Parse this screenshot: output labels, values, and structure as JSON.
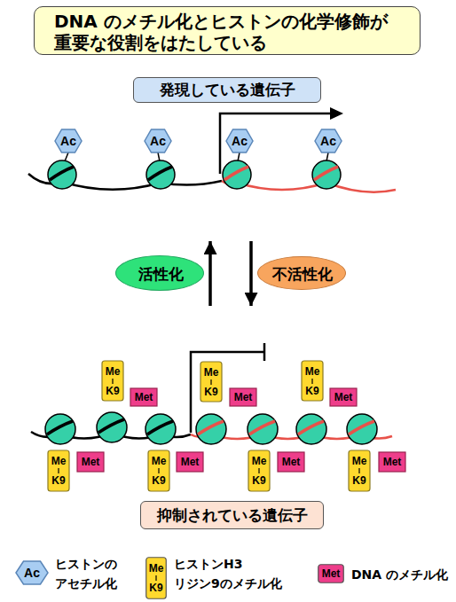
{
  "diagram": {
    "title": "DNA のメチル化とヒストンの化学修飾が 重要な役割をはたしている",
    "nodes": [
      {
        "text": [
          "発現している遺伝子"
        ]
      },
      {
        "text": [
          "活性化"
        ]
      },
      {
        "text": [
          "不活性化"
        ]
      },
      {
        "text": [
          "抑制されている遺伝子"
        ]
      }
    ],
    "edges": [
      {
        "from": 3,
        "to": 0,
        "arrow": "to"
      },
      {
        "from": 0,
        "to": 3,
        "arrow": "to"
      }
    ],
    "labels": [
      "Ac",
      "Ac",
      "Ac",
      "Ac",
      "Me K9",
      "Me K9",
      "Me K9",
      "Me K9",
      "Me K9",
      "Me K9",
      "Me K9",
      "Met",
      "Met",
      "Met",
      "Met",
      "Met",
      "Met",
      "Met",
      "Ac",
      "Me K9",
      "Met"
    ],
    "legend": [
      {
        "text": "ヒストンの アセチル化",
        "color": "#a8cdf2"
      },
      {
        "text": "ヒストンH3 リジン9のメチル化",
        "color": "#ffd92e"
      },
      {
        "text": "DNA のメチル化",
        "color": "#ee3d8a"
      }
    ]
  }
}
